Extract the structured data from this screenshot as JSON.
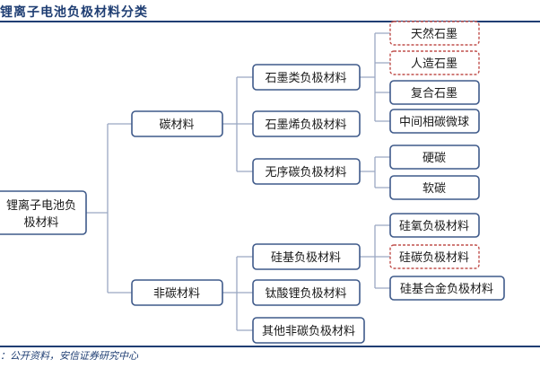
{
  "header": {
    "title": "锂离子电池负极材料分类"
  },
  "footer": {
    "source": "：公开资料，安信证券研究中心"
  },
  "colors": {
    "border": "#3f5a8a",
    "highlight": "#c0504d",
    "line": "#9aa8c2",
    "accent": "#1f3e73"
  },
  "tree": {
    "root": {
      "label_line1": "锂离子电池负",
      "label_line2": "极材料"
    },
    "carbon": {
      "label": "碳材料",
      "graphite": {
        "label": "石墨类负极材料",
        "natural": "天然石墨",
        "artificial": "人造石墨",
        "composite": "复合石墨",
        "mcmb": "中间相碳微球"
      },
      "graphene": {
        "label": "石墨烯负极材料"
      },
      "amorphous": {
        "label": "无序碳负极材料",
        "hard": "硬碳",
        "soft": "软碳"
      }
    },
    "noncarbon": {
      "label": "非碳材料",
      "silicon": {
        "label": "硅基负极材料",
        "siox": "硅氧负极材料",
        "sic": "硅碳负极材料",
        "alloy": "硅基合金负极材料"
      },
      "lto": {
        "label": "钛酸锂负极材料"
      },
      "other": {
        "label": "其他非碳负极材料"
      }
    }
  }
}
